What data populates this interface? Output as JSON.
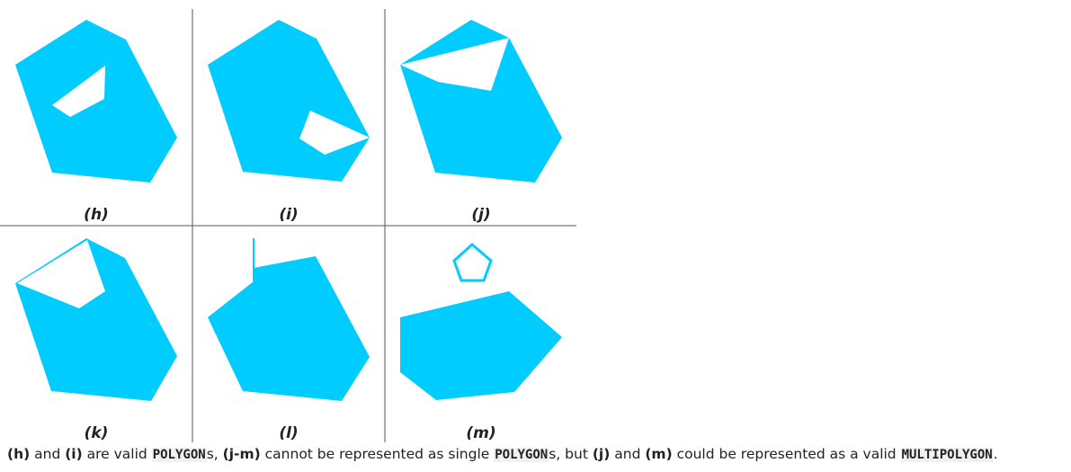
{
  "colors": {
    "fill": "#00ccff",
    "grid": "#555555",
    "text": "#222222"
  },
  "panels": [
    {
      "label": "(h)"
    },
    {
      "label": "(i)"
    },
    {
      "label": "(j)"
    },
    {
      "label": "(k)"
    },
    {
      "label": "(l)"
    },
    {
      "label": "(m)"
    }
  ],
  "caption": {
    "h": "(h)",
    "and1": " and ",
    "i": "(i)",
    "valid": " are valid ",
    "polygon1": "POLYGON",
    "s1": "s, ",
    "jm": "(j-m)",
    "cannot": " cannot be represented as single ",
    "polygon2": "POLYGON",
    "s2": "s, but ",
    "j": "(j)",
    "and2": " and ",
    "m": "(m)",
    "could": " could be represented as a valid ",
    "multipolygon": "MULTIPOLYGON",
    "end": "."
  }
}
